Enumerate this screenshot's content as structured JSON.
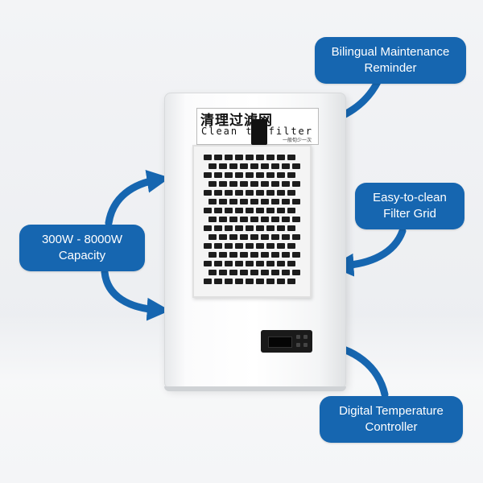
{
  "callouts": {
    "maintenance": {
      "line1": "Bilingual Maintenance",
      "line2": "Reminder"
    },
    "capacity": {
      "line1": "300W - 8000W",
      "line2": "Capacity"
    },
    "filter": {
      "line1": "Easy-to-clean",
      "line2": "Filter Grid"
    },
    "controller": {
      "line1": "Digital Temperature",
      "line2": "Controller"
    }
  },
  "label": {
    "chinese": "清理过滤网",
    "english_left": "Clean t",
    "english_right": "filter",
    "small_print": "一般旬少一次"
  },
  "colors": {
    "accent": "#1666b0",
    "background": "#eeeff1",
    "unit_body": "#ffffff",
    "filter_slot": "#1d1d1d"
  }
}
